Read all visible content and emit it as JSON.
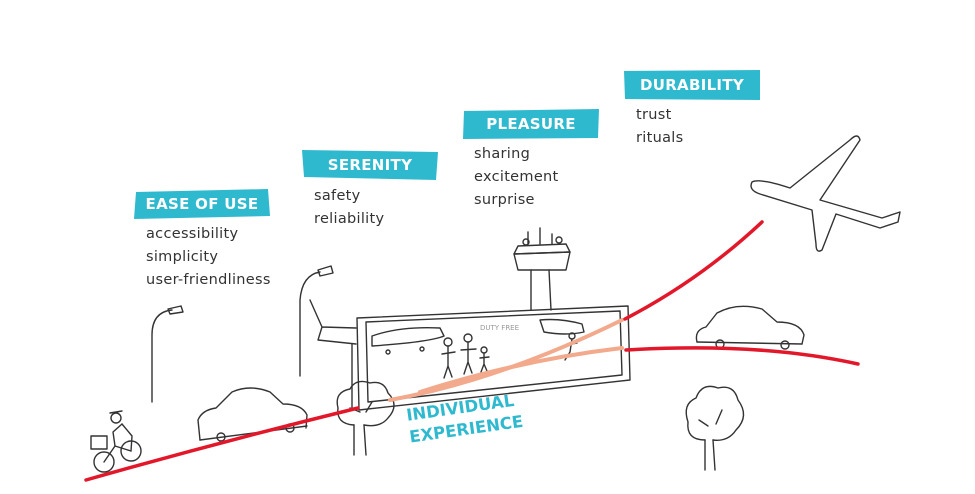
{
  "colors": {
    "accent": "#2fb9cf",
    "curve_red": "#e2182a",
    "curve_salmon": "#f2a98c",
    "sketch": "#333333"
  },
  "stages": [
    {
      "label": "EASE OF USE",
      "items": [
        "accessibility",
        "simplicity",
        "user-friendliness"
      ]
    },
    {
      "label": "SERENITY",
      "items": [
        "safety",
        "reliability"
      ]
    },
    {
      "label": "PLEASURE",
      "items": [
        "sharing",
        "excitement",
        "surprise"
      ]
    },
    {
      "label": "DURABILITY",
      "items": [
        "trust",
        "rituals"
      ]
    }
  ],
  "center_label": {
    "line1": "INDIVIDUAL",
    "line2": "EXPERIENCE"
  },
  "billboard": {
    "sign": "DUTY FREE"
  },
  "icons": [
    "cyclist-icon",
    "car-icon",
    "street-lamp-icon",
    "tree-icon",
    "control-tower-icon",
    "airplane-icon",
    "family-icon"
  ]
}
